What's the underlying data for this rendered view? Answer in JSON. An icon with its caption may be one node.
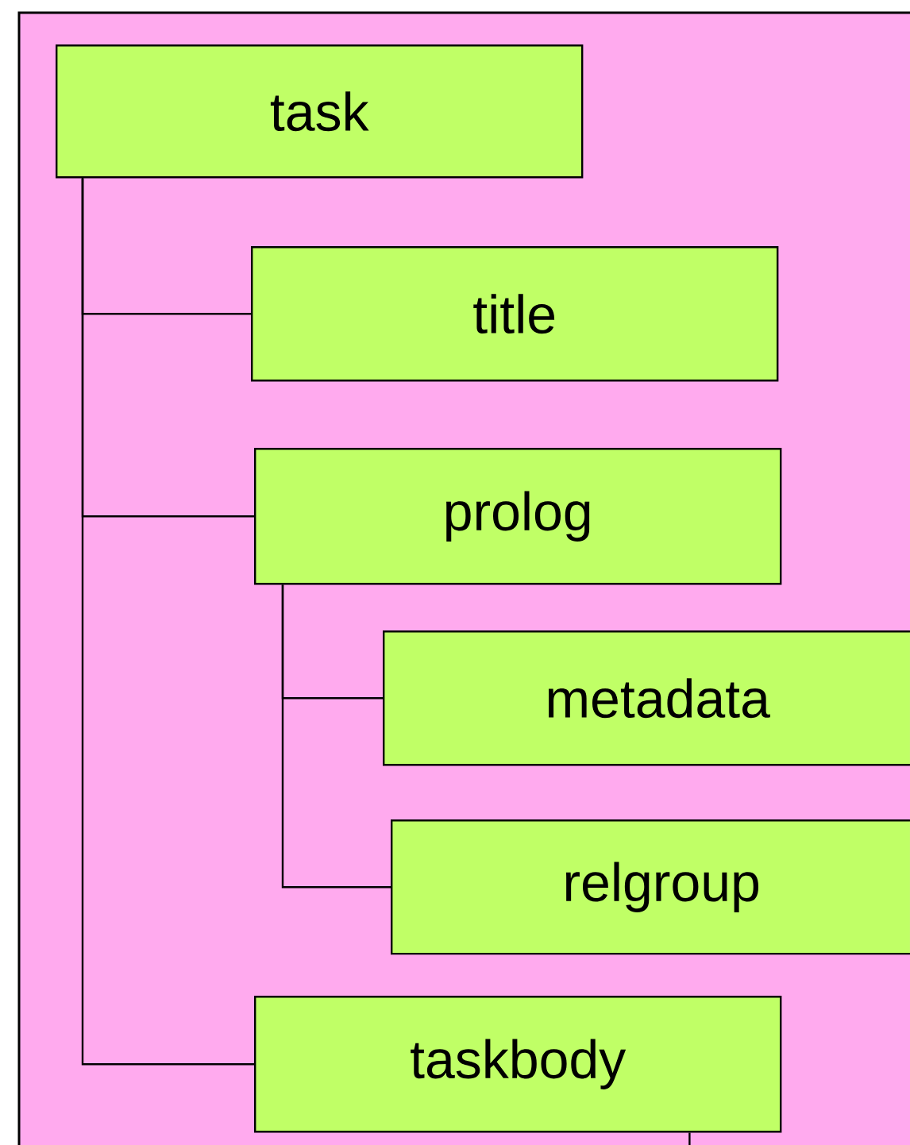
{
  "diagram": {
    "nodes": [
      {
        "text": [
          "task"
        ]
      },
      {
        "text": [
          "title"
        ]
      },
      {
        "text": [
          "prolog"
        ]
      },
      {
        "text": [
          "metadata"
        ]
      },
      {
        "text": [
          "relgroup"
        ]
      },
      {
        "text": [
          "taskbody"
        ]
      }
    ],
    "edges": [
      {
        "from": 0,
        "to": 1,
        "arrow": "none"
      },
      {
        "from": 0,
        "to": 2,
        "arrow": "none"
      },
      {
        "from": 0,
        "to": 5,
        "arrow": "none"
      },
      {
        "from": 2,
        "to": 3,
        "arrow": "none"
      },
      {
        "from": 2,
        "to": 4,
        "arrow": "none"
      },
      {
        "from": 5,
        "to": null,
        "arrow": "none"
      }
    ]
  }
}
